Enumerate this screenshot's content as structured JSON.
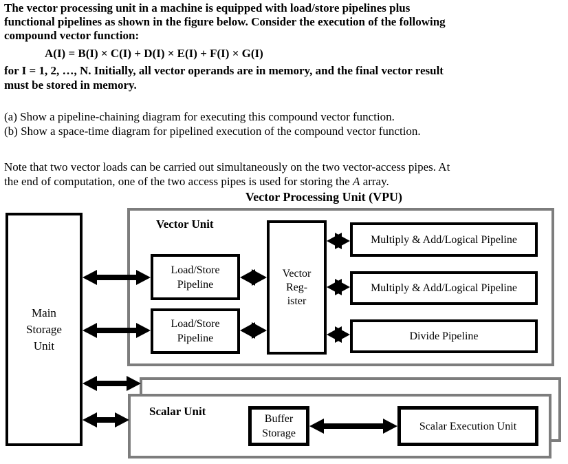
{
  "problem": {
    "intro_lines": [
      "The vector processing unit in a machine is equipped with load/store pipelines plus",
      "functional pipelines as shown in the figure below. Consider the execution of the following",
      "compound vector function:"
    ],
    "formula": "A(I) = B(I) × C(I) + D(I) × E(I) + F(I) × G(I)",
    "intro2_lines": [
      "for I = 1, 2, …, N. Initially, all vector operands are in memory, and the final vector result",
      "must be stored in memory."
    ],
    "part_a": "(a) Show a pipeline-chaining diagram for executing this compound vector function.",
    "part_b": "(b) Show a space-time diagram for pipelined execution of the compound vector function.",
    "note_line1": "Note that two vector loads can be carried out simultaneously on the two vector-access pipes. At",
    "note_line2_pre": "the end of computation, one of the two access pipes is used for storing the ",
    "note_line2_italic": "A",
    "note_line2_post": " array."
  },
  "diagram": {
    "title": "Vector Processing Unit (VPU)",
    "main_storage": {
      "lines": [
        "Main",
        "Storage",
        "Unit"
      ]
    },
    "vector_unit": {
      "label": "Vector Unit",
      "load_store_1": [
        "Load/Store",
        "Pipeline"
      ],
      "load_store_2": [
        "Load/Store",
        "Pipeline"
      ],
      "vector_register": [
        "Vector",
        "Reg-",
        "ister"
      ],
      "pipeline_1": "Multiply & Add/Logical Pipeline",
      "pipeline_2": "Multiply & Add/Logical Pipeline",
      "pipeline_3": "Divide Pipeline"
    },
    "scalar_unit": {
      "label": "Scalar Unit",
      "buffer_storage": [
        "Buffer",
        "Storage"
      ],
      "scalar_execution": "Scalar Execution Unit"
    },
    "colors": {
      "box_border": "#000000",
      "unit_border": "#7d7d7d",
      "arrow": "#000000"
    }
  }
}
